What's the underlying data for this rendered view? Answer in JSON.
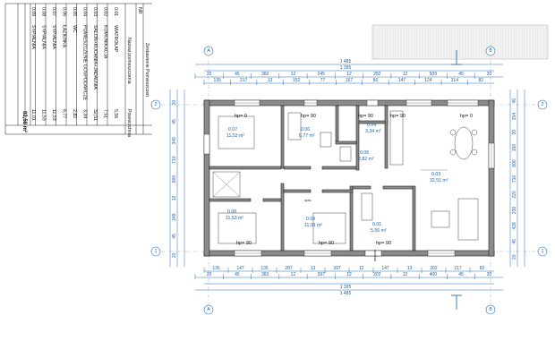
{
  "room_table": {
    "title": "Zestawienie Pomieszczeń",
    "header_nr": "NR",
    "header_name": "Nazwa pomieszczenia",
    "header_area": "Powierzchnia",
    "rows": [
      {
        "nr": "0.01",
        "name": "WIATROŁAP",
        "area": "5,56"
      },
      {
        "nr": "0.02",
        "name": "KOMUNIKACJA",
        "area": "7,51"
      },
      {
        "nr": "0.03",
        "name": "SALON+KUCHNIA+JADALNIA",
        "area": "32,51"
      },
      {
        "nr": "0.04",
        "name": "POMIESZCZENIE GOSPODARCZE",
        "area": "3,34"
      },
      {
        "nr": "0.05",
        "name": "WC",
        "area": "2,82"
      },
      {
        "nr": "0.06",
        "name": "ŁAZIENKA",
        "area": "6,77"
      },
      {
        "nr": "0.07",
        "name": "SYPIALNIA",
        "area": "11,53"
      },
      {
        "nr": "0.08",
        "name": "SYPIALNIA",
        "area": "11,53"
      },
      {
        "nr": "0.09",
        "name": "SYPIALNIA",
        "area": "11,01"
      }
    ],
    "total": "92,58 m²"
  },
  "axes": {
    "a": "A",
    "b": "B",
    "one": "1",
    "two": "2"
  },
  "dims_top": {
    "overall_outer": "1 485",
    "overall_inner": "1 395",
    "row2": [
      "20",
      "45",
      "360",
      "12",
      "245",
      "12",
      "282",
      "12",
      "509",
      "45",
      "20"
    ],
    "row3": [
      "135",
      "217",
      "13",
      "152",
      "77",
      "167",
      "80",
      "147",
      "124",
      "214",
      "82"
    ]
  },
  "dims_bottom": {
    "row1": [
      "135",
      "147",
      "135",
      "287",
      "13",
      "397",
      "12",
      "147",
      "13",
      "202",
      "217",
      "82"
    ],
    "row2": [
      "20",
      "45",
      "360",
      "12",
      "397",
      "12",
      "202",
      "12",
      "400",
      "45",
      "20"
    ],
    "overall_inner": "1 395",
    "overall_outer": "1 485"
  },
  "dims_left": [
    "20",
    "45",
    "349",
    "710",
    "800",
    "12",
    "349",
    "45",
    "20"
  ],
  "dims_right": [
    "45",
    "154",
    "20",
    "150",
    "800",
    "710",
    "220",
    "230",
    "428",
    "45",
    "20"
  ],
  "rooms": [
    {
      "id": "0.07",
      "area": "11,53 m²",
      "hp": "hp= 0"
    },
    {
      "id": "0.06",
      "area": "6,77 m²",
      "hp": "hp= 90"
    },
    {
      "id": "0.04",
      "area": "3,34 m²",
      "hp": "hp= 90"
    },
    {
      "id": "0.05",
      "area": "2,82 m²",
      "hp": ""
    },
    {
      "id": "0.03",
      "area": "32,51 m²",
      "hp": "hp= 0"
    },
    {
      "id": "0.08",
      "area": "11,53 m²",
      "hp": "hp= 90"
    },
    {
      "id": "0.09",
      "area": "11,01 m²",
      "hp": "hp= 90"
    },
    {
      "id": "0.01",
      "area": "5,56 m²",
      "hp": "hp= 90"
    }
  ],
  "extra_labels": {
    "hp90_a": "hp= 90",
    "opis": "opis",
    "wejscie": "wejście"
  }
}
